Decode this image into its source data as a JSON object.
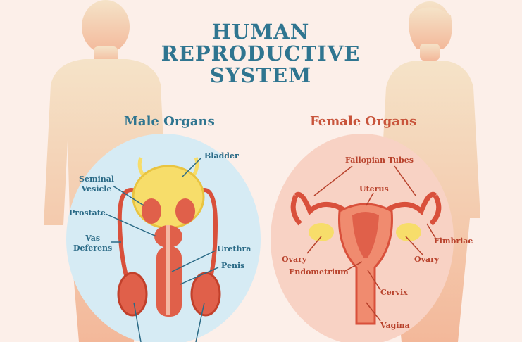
{
  "title_lines": [
    "HUMAN",
    "REPRODUCTIVE",
    "SYSTEM"
  ],
  "male": {
    "heading": "Male Organs",
    "labels": {
      "bladder": "Bladder",
      "seminal_vesicle_1": "Seminal",
      "seminal_vesicle_2": "Vesicle",
      "prostate": "Prostate",
      "vas_deferens_1": "Vas",
      "vas_deferens_2": "Deferens",
      "urethra": "Urethra",
      "penis": "Penis"
    }
  },
  "female": {
    "heading": "Female Organs",
    "labels": {
      "fallopian_tubes": "Fallopian Tubes",
      "uterus": "Uterus",
      "fimbriae": "Fimbriae",
      "ovary_left": "Ovary",
      "ovary_right": "Ovary",
      "endometrium": "Endometrium",
      "cervix": "Cervix",
      "vagina": "Vagina"
    }
  },
  "colors": {
    "background": "#fcefe9",
    "silhouette": "#f2c8a4",
    "male_circle": "#d6ebf4",
    "female_circle": "#f8d2c4",
    "title": "#2f7590",
    "male_heading": "#2f7590",
    "female_heading": "#c8543b",
    "organ_red": "#d9503b",
    "organ_pink": "#f08b6f",
    "bladder_yellow": "#f7dd6a"
  }
}
